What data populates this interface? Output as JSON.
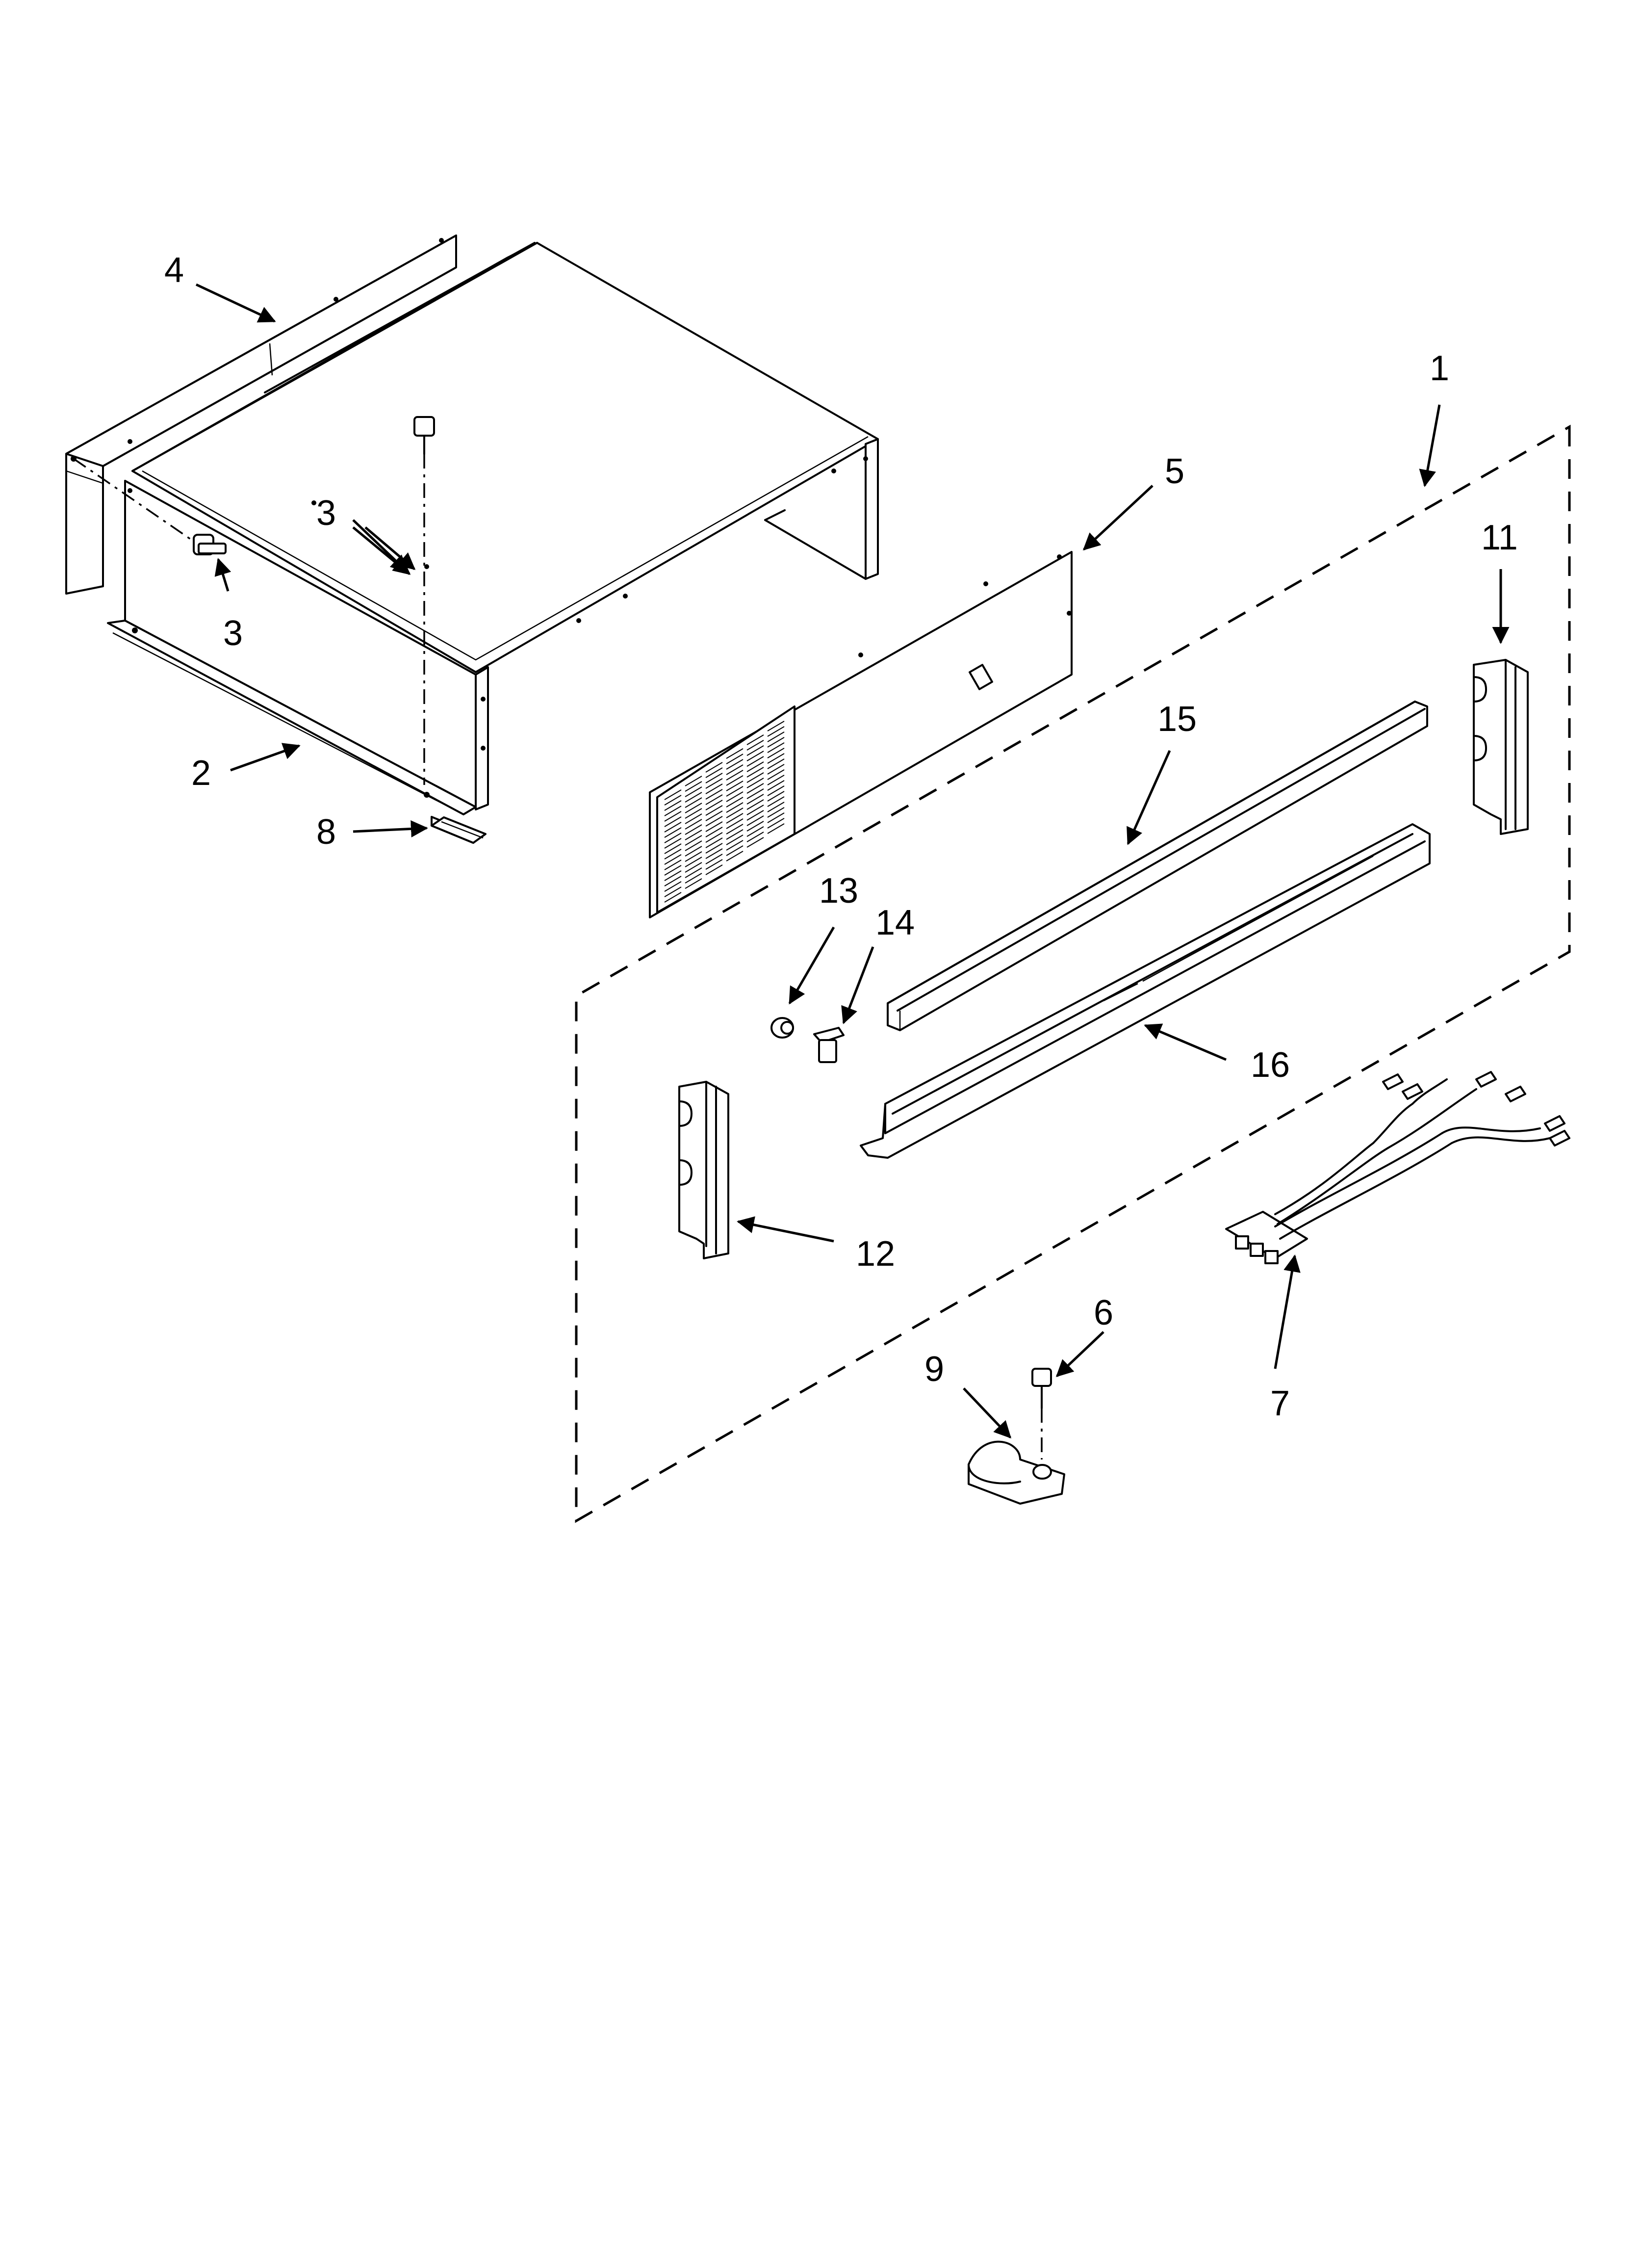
{
  "diagram": {
    "callouts": {
      "c1": "1",
      "c2": "2",
      "c3a": "3",
      "c3b": "3",
      "c4": "4",
      "c5": "5",
      "c6": "6",
      "c7": "7",
      "c8": "8",
      "c9": "9",
      "c11": "11",
      "c12": "12",
      "c13": "13",
      "c14": "14",
      "c15": "15",
      "c16": "16"
    }
  }
}
